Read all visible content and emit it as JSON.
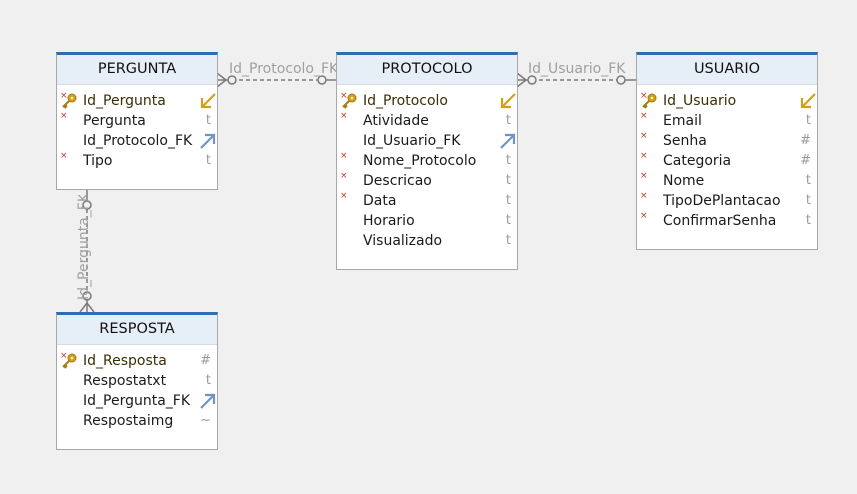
{
  "entities": {
    "pergunta": {
      "title": "PERGUNTA",
      "columns": [
        {
          "name": "Id_Pergunta",
          "pk": true,
          "required": true,
          "type_icon": "key-arrow"
        },
        {
          "name": "Pergunta",
          "pk": false,
          "required": true,
          "type": "t"
        },
        {
          "name": "Id_Protocolo_FK",
          "pk": false,
          "required": false,
          "type_icon": "fk-arrow"
        },
        {
          "name": "Tipo",
          "pk": false,
          "required": true,
          "type": "t"
        }
      ]
    },
    "protocolo": {
      "title": "PROTOCOLO",
      "columns": [
        {
          "name": "Id_Protocolo",
          "pk": true,
          "required": true,
          "type_icon": "key-arrow"
        },
        {
          "name": "Atividade",
          "pk": false,
          "required": true,
          "type": "t"
        },
        {
          "name": "Id_Usuario_FK",
          "pk": false,
          "required": false,
          "type_icon": "fk-arrow"
        },
        {
          "name": "Nome_Protocolo",
          "pk": false,
          "required": true,
          "type": "t"
        },
        {
          "name": "Descricao",
          "pk": false,
          "required": true,
          "type": "t"
        },
        {
          "name": "Data",
          "pk": false,
          "required": true,
          "type": "t"
        },
        {
          "name": "Horario",
          "pk": false,
          "required": false,
          "type": "t"
        },
        {
          "name": "Visualizado",
          "pk": false,
          "required": false,
          "type": "t"
        }
      ]
    },
    "usuario": {
      "title": "USUARIO",
      "columns": [
        {
          "name": "Id_Usuario",
          "pk": true,
          "required": true,
          "type_icon": "key-arrow"
        },
        {
          "name": "Email",
          "pk": false,
          "required": true,
          "type": "t"
        },
        {
          "name": "Senha",
          "pk": false,
          "required": true,
          "type": "#"
        },
        {
          "name": "Categoria",
          "pk": false,
          "required": true,
          "type": "#"
        },
        {
          "name": "Nome",
          "pk": false,
          "required": true,
          "type": "t"
        },
        {
          "name": "TipoDePlantacao",
          "pk": false,
          "required": true,
          "type": "t"
        },
        {
          "name": "ConfirmarSenha",
          "pk": false,
          "required": true,
          "type": "t"
        }
      ]
    },
    "resposta": {
      "title": "RESPOSTA",
      "columns": [
        {
          "name": "Id_Resposta",
          "pk": true,
          "required": true,
          "type": "#"
        },
        {
          "name": "Respostatxt",
          "pk": false,
          "required": false,
          "type": "t"
        },
        {
          "name": "Id_Pergunta_FK",
          "pk": false,
          "required": false,
          "type_icon": "fk-arrow"
        },
        {
          "name": "Respostaimg",
          "pk": false,
          "required": false,
          "type": "~"
        }
      ]
    }
  },
  "relationships": {
    "protocolo_pergunta": "Id_Protocolo_FK",
    "usuario_protocolo": "Id_Usuario_FK",
    "pergunta_resposta": "Id_Pergunta_FK"
  },
  "colors": {
    "header_accent": "#2f6db3",
    "header_bg": "#e6eef7",
    "link_line": "#7a7a7a",
    "key_gold": "#d4a017",
    "fk_blue": "#6f93c8"
  }
}
